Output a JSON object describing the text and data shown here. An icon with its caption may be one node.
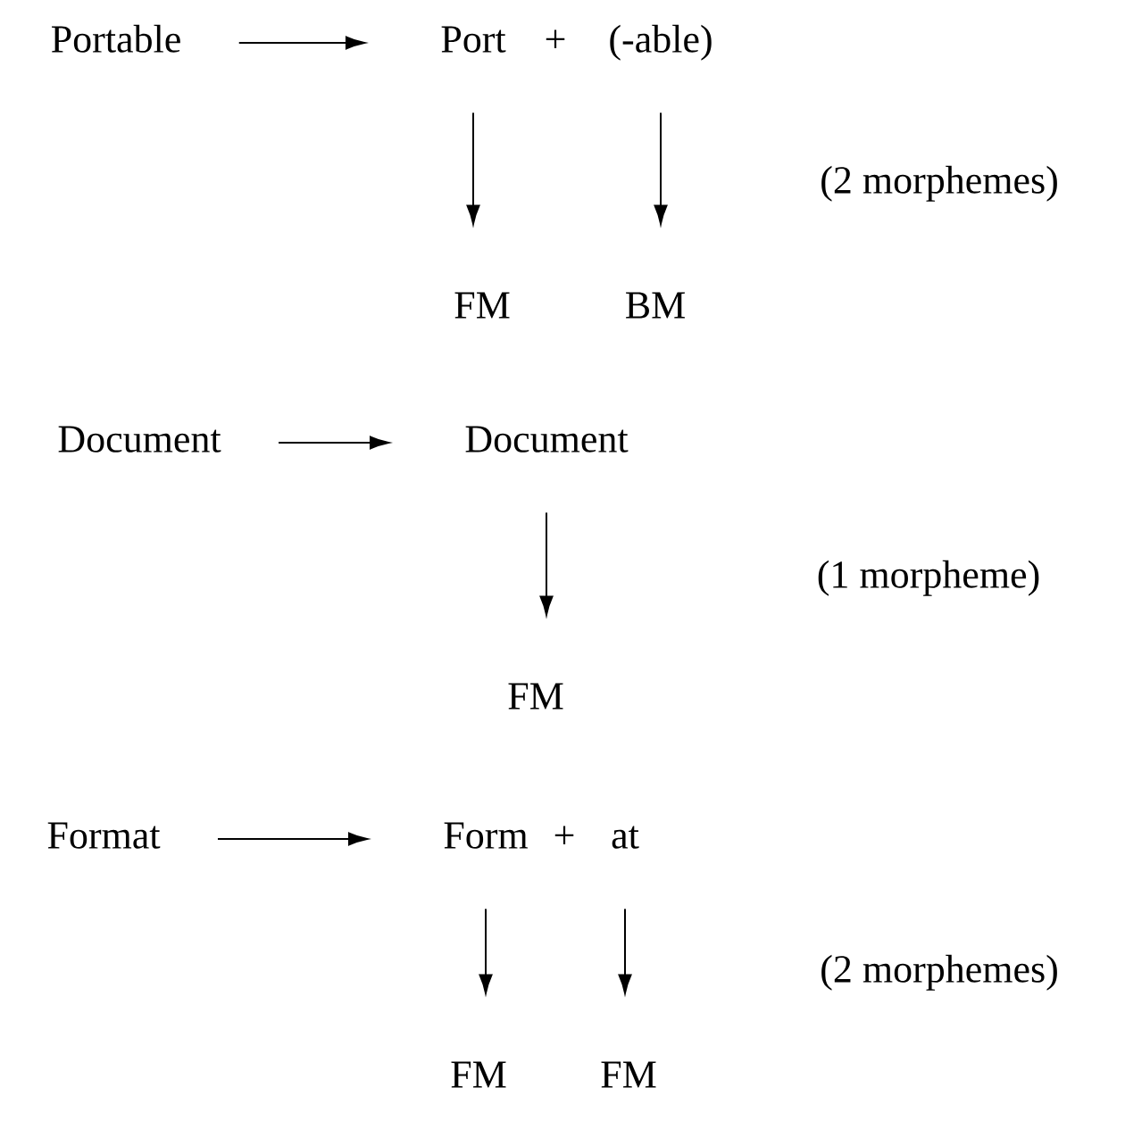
{
  "diagram": {
    "nodes": [
      {
        "text": [
          "Portable"
        ]
      },
      {
        "text": [
          "Port"
        ]
      },
      {
        "text": [
          "(-able)"
        ]
      },
      {
        "text": [
          "FM"
        ]
      },
      {
        "text": [
          "BM"
        ]
      },
      {
        "text": [
          "Document"
        ]
      },
      {
        "text": [
          "Document"
        ]
      },
      {
        "text": [
          "FM"
        ]
      },
      {
        "text": [
          "Format"
        ]
      },
      {
        "text": [
          "Form"
        ]
      },
      {
        "text": [
          "at"
        ]
      },
      {
        "text": [
          "FM"
        ]
      },
      {
        "text": [
          "FM"
        ]
      }
    ],
    "edges": [
      {
        "from": 0,
        "to": 1,
        "arrow": "to"
      },
      {
        "from": 1,
        "to": 3,
        "arrow": "to"
      },
      {
        "from": 2,
        "to": 4,
        "arrow": "to"
      },
      {
        "from": 5,
        "to": 6,
        "arrow": "to"
      },
      {
        "from": 6,
        "to": 7,
        "arrow": "to"
      },
      {
        "from": 8,
        "to": 9,
        "arrow": "to"
      },
      {
        "from": 9,
        "to": 11,
        "arrow": "to"
      },
      {
        "from": 10,
        "to": 12,
        "arrow": "to"
      }
    ],
    "labels": [
      "+",
      "(2 morphemes)",
      "(1 morpheme)",
      "+",
      "(2 morphemes)"
    ]
  }
}
